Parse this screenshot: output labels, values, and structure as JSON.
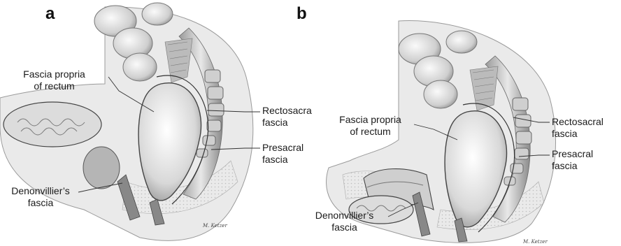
{
  "panels": [
    {
      "letter": "a",
      "labels": {
        "fascia_propria": [
          "Fascia propria",
          "of rectum"
        ],
        "rectosacral": [
          "Rectosacra",
          "fascia"
        ],
        "presacral": [
          "Presacral",
          "fascia"
        ],
        "denonvillier": [
          "Denonvillier’s",
          "fascia"
        ]
      },
      "signature": "M. Ketzer"
    },
    {
      "letter": "b",
      "labels": {
        "fascia_propria": [
          "Fascia propria",
          "of rectum"
        ],
        "rectosacral": [
          "Rectosacral",
          "fascia"
        ],
        "presacral": [
          "Presacral",
          "fascia"
        ],
        "denonvillier": [
          "Denonvillier’s",
          "fascia"
        ]
      },
      "signature": "M. Ketzer"
    }
  ]
}
